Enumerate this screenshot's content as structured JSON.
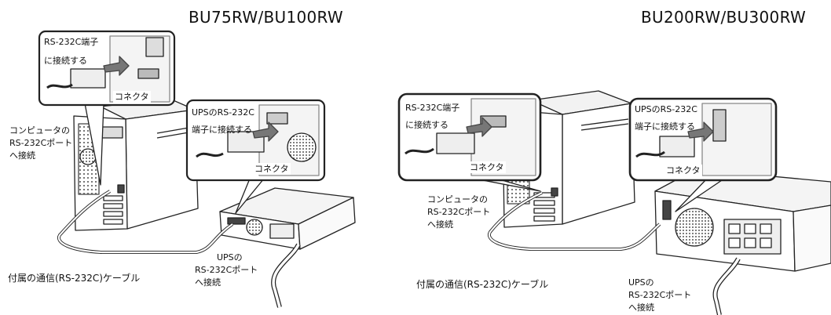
{
  "left": {
    "title": "BU75RW/BU100RW",
    "pc_callout": {
      "line1": "RS-232C端子",
      "line2": "に接続する",
      "connector": "コネクタ"
    },
    "ups_callout": {
      "line1": "UPSのRS-232C",
      "line2": "端子に接続する",
      "connector": "コネクタ"
    },
    "pc_port_label": [
      "コンピュータの",
      "RS-232Cポート",
      "へ接続"
    ],
    "ups_port_label": [
      "UPSの",
      "RS-232Cポート",
      "へ接続"
    ],
    "cable_label": "付属の通信(RS-232C)ケーブル"
  },
  "right": {
    "title": "BU200RW/BU300RW",
    "pc_callout": {
      "line1": "RS-232C端子",
      "line2": "に接続する",
      "connector": "コネクタ"
    },
    "ups_callout": {
      "line1": "UPSのRS-232C",
      "line2": "端子に接続する",
      "connector": "コネクタ"
    },
    "pc_port_label": [
      "コンピュータの",
      "RS-232Cポート",
      "へ接続"
    ],
    "ups_port_label": [
      "UPSの",
      "RS-232Cポート",
      "へ接続"
    ],
    "cable_label": "付属の通信(RS-232C)ケーブル"
  }
}
